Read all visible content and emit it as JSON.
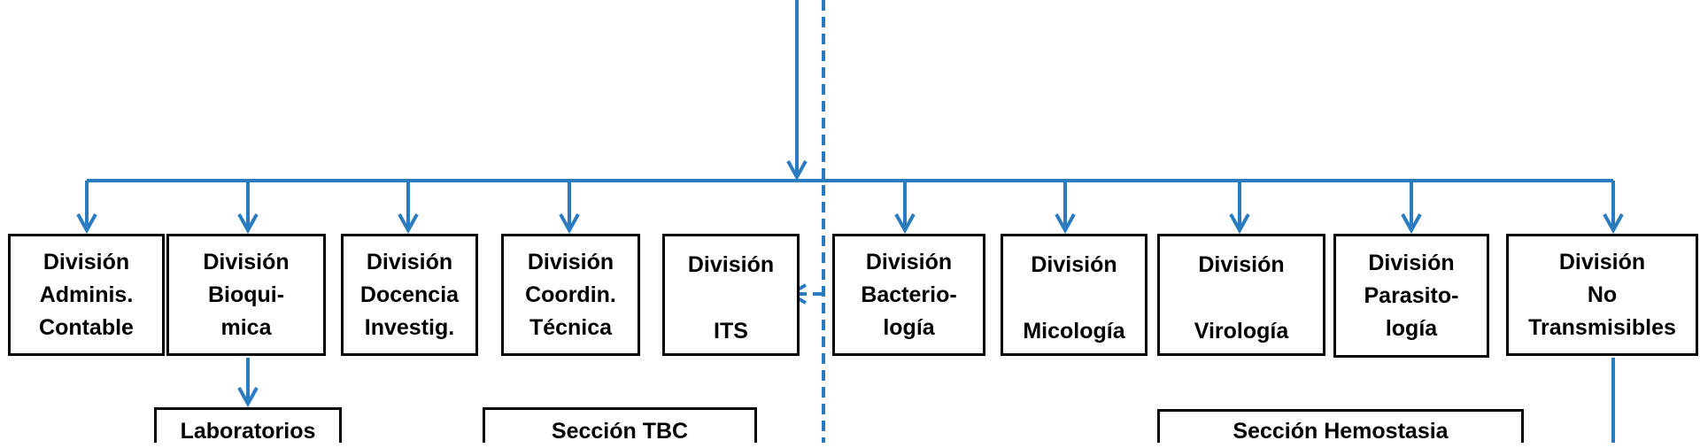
{
  "colors": {
    "connector": "#2a7bbf",
    "box_border": "#000000",
    "text": "#000000"
  },
  "divisions": [
    {
      "id": "adminis",
      "lines": [
        "División",
        "Adminis.",
        "Contable"
      ]
    },
    {
      "id": "bioquimica",
      "lines": [
        "División",
        "Bioqui-",
        "mica"
      ]
    },
    {
      "id": "docencia",
      "lines": [
        "División",
        "Docencia",
        "Investig."
      ]
    },
    {
      "id": "coordin",
      "lines": [
        "División",
        "Coordin.",
        "Técnica"
      ]
    },
    {
      "id": "its",
      "lines": [
        "División",
        "ITS"
      ]
    },
    {
      "id": "bacteriologia",
      "lines": [
        "División",
        "Bacterio-",
        "logía"
      ]
    },
    {
      "id": "micologia",
      "lines": [
        "División",
        "Micología"
      ]
    },
    {
      "id": "virologia",
      "lines": [
        "División",
        "Virología"
      ]
    },
    {
      "id": "parasitologia",
      "lines": [
        "División",
        "Parasito-",
        "logía"
      ]
    },
    {
      "id": "no-transmisibles",
      "lines": [
        "División",
        "No",
        "Transmisibles"
      ]
    }
  ],
  "sub_units": [
    {
      "id": "laboratorios",
      "label": "Laboratorios"
    },
    {
      "id": "seccion-tbc",
      "label": "Sección TBC"
    },
    {
      "id": "seccion-hemostasia",
      "label": "Sección Hemostasia"
    }
  ]
}
